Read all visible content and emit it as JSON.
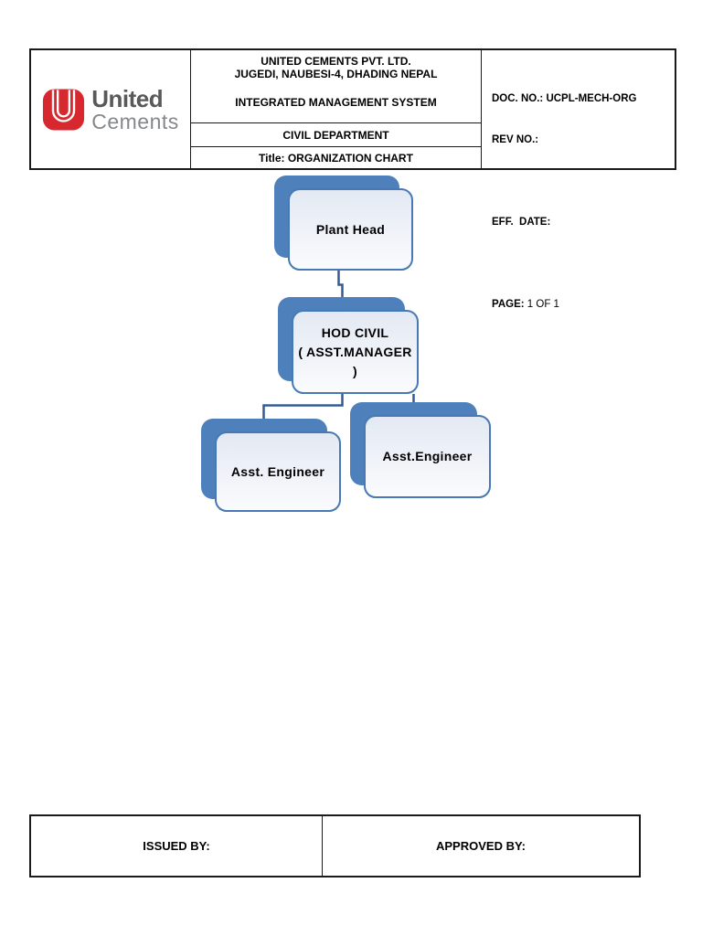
{
  "colors": {
    "logo_red": "#d8282f",
    "logo_text_dark": "#58595b",
    "logo_text_light": "#85878a",
    "box_shadow_blue": "#4e80bb",
    "box_border_blue": "#4878b5",
    "box_fill_top": "#e3e9f3",
    "box_fill_bottom": "#fafbfd",
    "connector_blue": "#355c96",
    "table_border": "#1a1a1a"
  },
  "header": {
    "logo": {
      "name_top": "United",
      "name_bottom": "Cements"
    },
    "company_line1": "UNITED CEMENTS PVT. LTD.",
    "company_line2": "JUGEDI, NAUBESI-4, DHADING NEPAL",
    "system_line": "INTEGRATED MANAGEMENT SYSTEM",
    "department": "CIVIL DEPARTMENT",
    "doc_title": "Title: ORGANIZATION CHART",
    "doc_info": {
      "doc_no_label": "DOC. NO.:",
      "doc_no_value": "UCPL-MECH-ORG",
      "rev_no_label": "REV NO.:",
      "eff_date_label": "EFF.  DATE:",
      "page_label": "PAGE:",
      "page_value": "1 OF 1"
    }
  },
  "org_chart": {
    "nodes": {
      "plant_head": {
        "label": "Plant Head"
      },
      "hod_civil": {
        "line1": "HOD CIVIL",
        "line2": "( ASST.MANAGER",
        "line3": ")"
      },
      "asst_engineer_left": {
        "label": "Asst. Engineer"
      },
      "asst_engineer_right": {
        "label": "Asst.Engineer"
      }
    },
    "edges": [
      "Plant Head -> HOD CIVIL",
      "HOD CIVIL -> Asst. Engineer (left)",
      "HOD CIVIL -> Asst.Engineer (right)"
    ]
  },
  "footer": {
    "issued_by": "ISSUED BY:",
    "approved_by": "APPROVED BY:"
  }
}
